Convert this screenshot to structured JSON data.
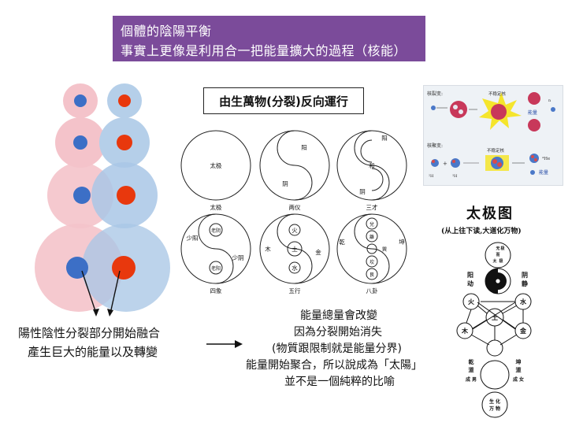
{
  "banner": {
    "line1": "個體的陰陽平衡",
    "line2": "事實上更像是利用合一把能量擴大的過程（核能）"
  },
  "heading": "由生萬物(分裂)反向運行",
  "fusion_caption": {
    "line1": "陽性陰性分裂部分開始融合",
    "line2": "產生巨大的能量以及轉變"
  },
  "energy_note": [
    "能量總量會改變",
    "因為分裂開始消失",
    "(物質跟限制就是能量分界)",
    "能量開始聚合，所以說成為「太陽」",
    "並不是一個純粹的比喻"
  ],
  "cosmology_circles": {
    "taiji": {
      "inner": "太极",
      "caption": "太极"
    },
    "liangyi": {
      "top": "阳",
      "bottom": "阴",
      "caption": "两仪"
    },
    "sancai": {
      "top": "阳",
      "mid": "和",
      "bottom": "阴",
      "caption": "三才"
    },
    "sixiang": {
      "left": "少阳",
      "top": "老阴",
      "right": "少阴",
      "bottom": "老阳",
      "caption": "四象"
    },
    "wuxing": {
      "top": "火",
      "left": "木",
      "center": "土",
      "right": "金",
      "bottom": "水",
      "caption": "五行"
    },
    "bagua": {
      "left": "乾",
      "right": "坤",
      "i1": "兌",
      "i2": "離",
      "i3": "巽",
      "i4": "坎",
      "i5": "艮",
      "caption": "八卦"
    }
  },
  "nuclear": {
    "fission_label": "核裂变:",
    "fusion_label": "核聚变:",
    "unstable1": "不稳定核",
    "unstable2": "不稳定核",
    "energy1": "能量",
    "energy2": "能量",
    "he": "⁴He",
    "h2": "²H",
    "h3": "³H",
    "n": "n"
  },
  "taiji_chart": {
    "title": "太极图",
    "subtitle": "(从上往下读,大道化万物)",
    "wuji": [
      "无",
      "极",
      "而",
      "太",
      "极"
    ],
    "yang": [
      "阳",
      "动"
    ],
    "yin": [
      "阴",
      "静"
    ],
    "fire": "火",
    "water": "水",
    "earth": "土",
    "wood": "木",
    "metal": "金",
    "qian": [
      "乾",
      "道",
      "成",
      "男"
    ],
    "kun": [
      "坤",
      "道",
      "成",
      "女"
    ],
    "bottom": [
      "生",
      "化",
      "万",
      "物"
    ]
  },
  "colors": {
    "banner": "#7b4b9a",
    "yang_red": "#e8380d",
    "yin_blue": "#3c6fc6",
    "pink_halo": "#f2b9c1",
    "blue_halo": "#a9c7e6"
  }
}
